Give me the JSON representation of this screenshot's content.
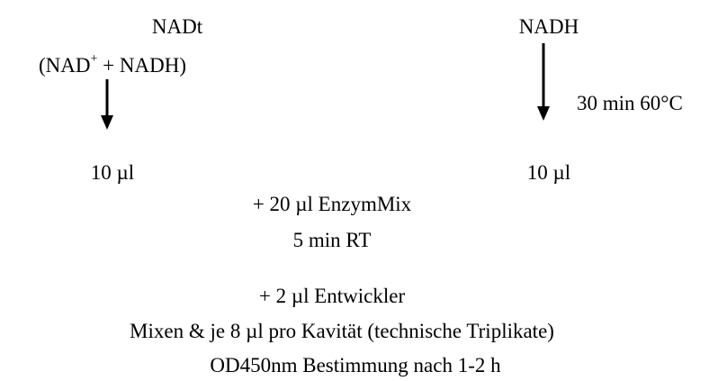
{
  "left": {
    "title": "NADt",
    "paren_open": "(NAD",
    "superscript": "+",
    "paren_rest": " + NADH)",
    "volume": "10 µl"
  },
  "right": {
    "title": "NADH",
    "step": "30 min 60°C",
    "volume": "10 µl"
  },
  "steps": {
    "enzyme": "+ 20 µl EnzymMix",
    "enzyme_time": "5 min RT",
    "developer": "+ 2 µl Entwickler",
    "mix": "Mixen & je 8 µl pro Kavität (technische Triplikate)",
    "measure": "OD450nm Bestimmung nach 1-2 h"
  }
}
